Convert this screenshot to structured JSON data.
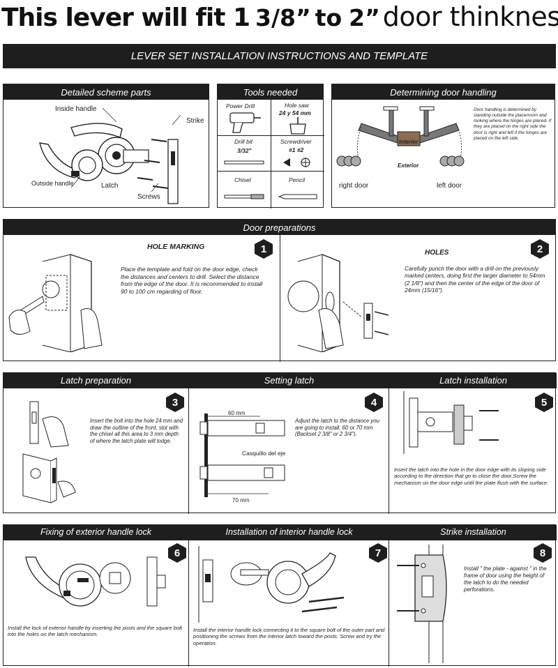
{
  "hero": {
    "p1": "This lever will fit 1",
    "p2": "3/8”",
    "p3": "to",
    "p4": "2”",
    "p5": "door thinkness"
  },
  "banner": "LEVER SET INSTALLATION INSTRUCTIONS AND TEMPLATE",
  "parts": {
    "title": "Detailed scheme parts",
    "inside_handle": "Inside handle",
    "strike": "Strike",
    "outside_handle": "Outside handle",
    "latch": "Latch",
    "screws": "Screws"
  },
  "tools": {
    "title": "Tools needed",
    "drill": "Power Drill",
    "hole_saw": "Hole saw",
    "hole_saw_size": "24 y 54 mm",
    "drill_bit": "Drill bit",
    "drill_bit_size": "3/32\"",
    "screwdriver": "Screwdriver",
    "screwdriver_size": "#1 #2",
    "chisel": "Chisel",
    "pencil": "Pencil"
  },
  "handling": {
    "title": "Determining door handling",
    "interior": "Interior",
    "exterior": "Exterior",
    "right": "right door",
    "left": "left door",
    "desc": "Door handling is determined by standing outside the place/room and looking where the hinges are placed. If they are placed on the right side the door is right and left if the hinges are placed on the left side."
  },
  "prep": {
    "title": "Door preparations",
    "s1_title": "HOLE MARKING",
    "s1_num": "1",
    "s1_text": "Place the template and fold on the door edge, check the distances and centers to drill. Select the distance from the edge of the door. It is recommended to install 90 to 100 cm regarding of floor.",
    "s2_title": "HOLES",
    "s2_num": "2",
    "s2_text": "Carefully punch the door with a drill on the previously marked centers, doing first the larger diameter to 54mm (2 1/8\") and then the center of the edge of the door of 24mm (15/16\")."
  },
  "row3": {
    "latch_prep_title": "Latch preparation",
    "latch_prep_num": "3",
    "latch_prep_text": "Insert the bolt into the hole 24 mm and draw the outline of the front, slot with the chisel all this area to 3 mm depth of where the latch plate will lodge.",
    "setting_title": "Setting latch",
    "setting_num": "4",
    "setting_text": "Adjust the latch to the distance you are going to install, 60 or 70 mm (Backset 2 3/8\" or 2 3/4\").",
    "dim60": "60 mm",
    "dim70": "70 mm",
    "casquillo": "Casquillo del eje",
    "install_title": "Latch installation",
    "install_num": "5",
    "install_text": "Insert the latch into the hole in the door edge with its sloping side according to the direction that go to close the door.Screw the mechanism on the door edge until the plate flush with the surface."
  },
  "row4": {
    "ext_title": "Fixing of exterior handle lock",
    "ext_num": "6",
    "ext_text": "Install the lock of exterior handle by inserting the posts and the square bolt into the holes on the latch mechanism.",
    "int_title": "Installation of interior handle lock",
    "int_num": "7",
    "int_text": "Install the interior handle lock connecting it to the square bolt of the outer part and positioning the screws from the interior latch toward the posts. Screw and try the operation.",
    "strike_title": "Strike installation",
    "strike_num": "8",
    "strike_text": "Install \" the plate - against \" in the frame of door using the height of the latch to do the needed perforations."
  }
}
